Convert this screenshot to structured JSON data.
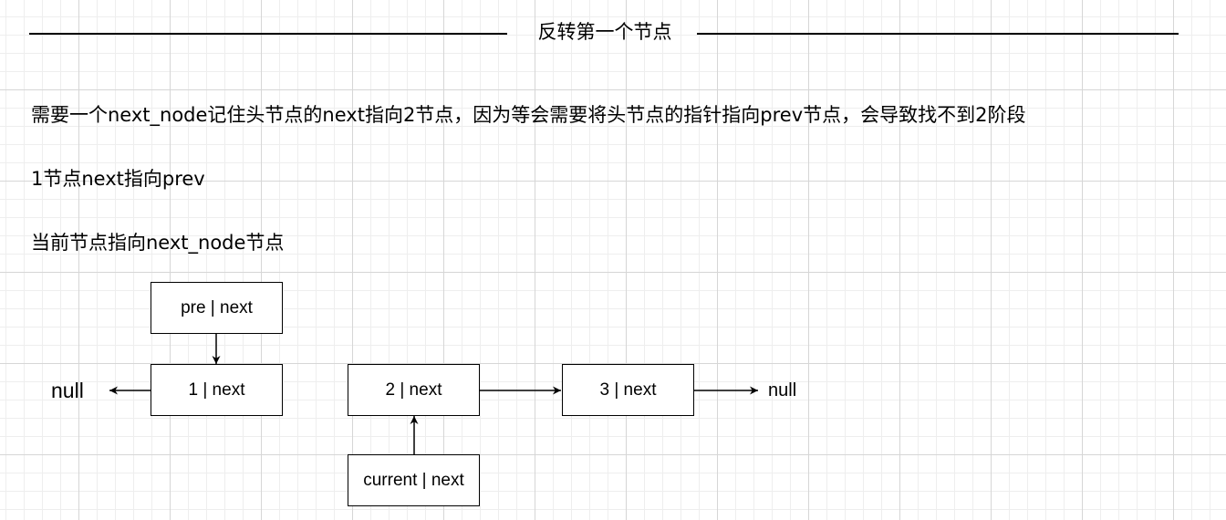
{
  "header": {
    "title": "反转第一个节点"
  },
  "notes": [
    "需要一个next_node记住头节点的next指向2节点，因为等会需要将头节点的指针指向prev节点，会导致找不到2阶段",
    "1节点next指向prev",
    "当前节点指向next_node节点"
  ],
  "diagram": {
    "nodes": {
      "pre": "pre | next",
      "node1": "1 | next",
      "node2": "2 | next",
      "node3": "3 | next",
      "current": "current | next"
    },
    "null_left": "null",
    "null_right": "null"
  }
}
